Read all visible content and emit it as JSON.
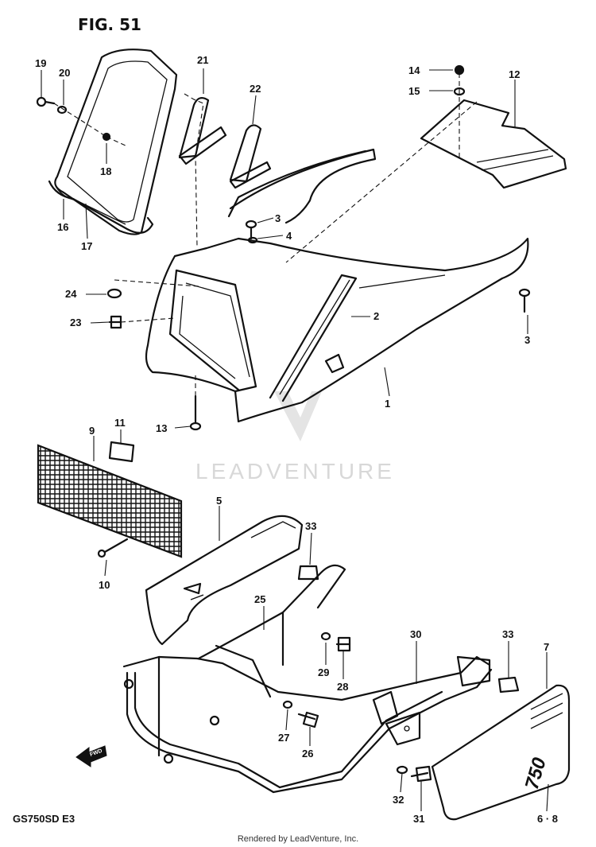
{
  "figure": {
    "title": "FIG. 51"
  },
  "footer": {
    "model_code": "GS750SD  E3",
    "rendered_by": "Rendered by LeadVenture, Inc."
  },
  "watermark": {
    "text": "LEADVENTURE"
  },
  "orientation": {
    "arrow_label": "FWD"
  },
  "callouts": [
    {
      "id": "c1",
      "label": "1"
    },
    {
      "id": "c2",
      "label": "2"
    },
    {
      "id": "c3a",
      "label": "3"
    },
    {
      "id": "c3b",
      "label": "3"
    },
    {
      "id": "c4",
      "label": "4"
    },
    {
      "id": "c5",
      "label": "5"
    },
    {
      "id": "c68",
      "label": "6 · 8"
    },
    {
      "id": "c7",
      "label": "7"
    },
    {
      "id": "c9",
      "label": "9"
    },
    {
      "id": "c10",
      "label": "10"
    },
    {
      "id": "c11",
      "label": "11"
    },
    {
      "id": "c12",
      "label": "12"
    },
    {
      "id": "c13",
      "label": "13"
    },
    {
      "id": "c14",
      "label": "14"
    },
    {
      "id": "c15",
      "label": "15"
    },
    {
      "id": "c16",
      "label": "16"
    },
    {
      "id": "c17",
      "label": "17"
    },
    {
      "id": "c18",
      "label": "18"
    },
    {
      "id": "c19",
      "label": "19"
    },
    {
      "id": "c20",
      "label": "20"
    },
    {
      "id": "c21",
      "label": "21"
    },
    {
      "id": "c22",
      "label": "22"
    },
    {
      "id": "c23",
      "label": "23"
    },
    {
      "id": "c24",
      "label": "24"
    },
    {
      "id": "c25",
      "label": "25"
    },
    {
      "id": "c26",
      "label": "26"
    },
    {
      "id": "c27",
      "label": "27"
    },
    {
      "id": "c28",
      "label": "28"
    },
    {
      "id": "c29",
      "label": "29"
    },
    {
      "id": "c30",
      "label": "30"
    },
    {
      "id": "c31",
      "label": "31"
    },
    {
      "id": "c32",
      "label": "32"
    },
    {
      "id": "c33a",
      "label": "33"
    },
    {
      "id": "c33b",
      "label": "33"
    }
  ]
}
